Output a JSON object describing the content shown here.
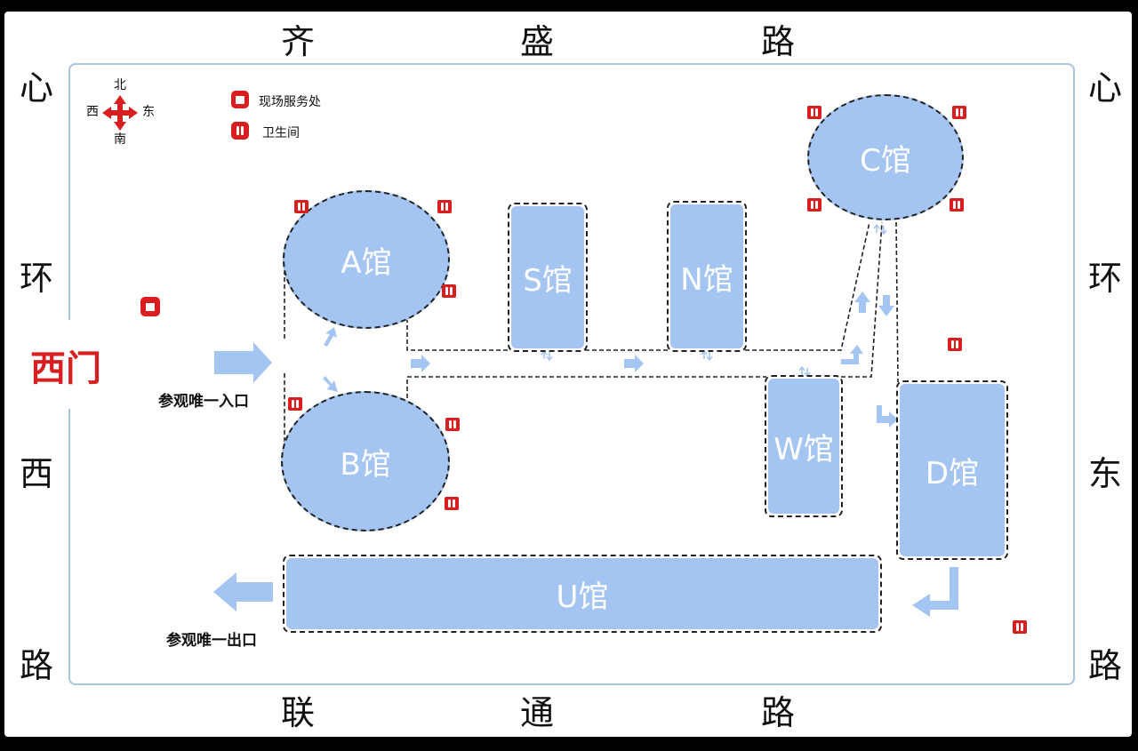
{
  "roads": {
    "north": [
      "齐",
      "盛",
      "路"
    ],
    "south": [
      "联",
      "通",
      "路"
    ],
    "west": [
      "心",
      "环",
      "西",
      "路"
    ],
    "east": [
      "心",
      "环",
      "东",
      "路"
    ]
  },
  "gate": {
    "label": "西门"
  },
  "compass": {
    "north": "北",
    "south": "南",
    "west": "西",
    "east": "东"
  },
  "legend": {
    "service": {
      "label": "现场服务处",
      "icon": "service-desk-icon"
    },
    "toilet": {
      "label": "卫生间",
      "icon": "toilet-icon"
    }
  },
  "halls": {
    "a": "A馆",
    "b": "B馆",
    "c": "C馆",
    "s": "S馆",
    "n": "N馆",
    "w": "W馆",
    "d": "D馆",
    "u": "U馆"
  },
  "notes": {
    "entrance": "参观唯一入口",
    "exit": "参观唯一出口"
  },
  "colors": {
    "hall": "#a4c4f2",
    "arrow": "#a4c4f2",
    "accent": "#d81e1e",
    "frame": "#aac4e2"
  }
}
